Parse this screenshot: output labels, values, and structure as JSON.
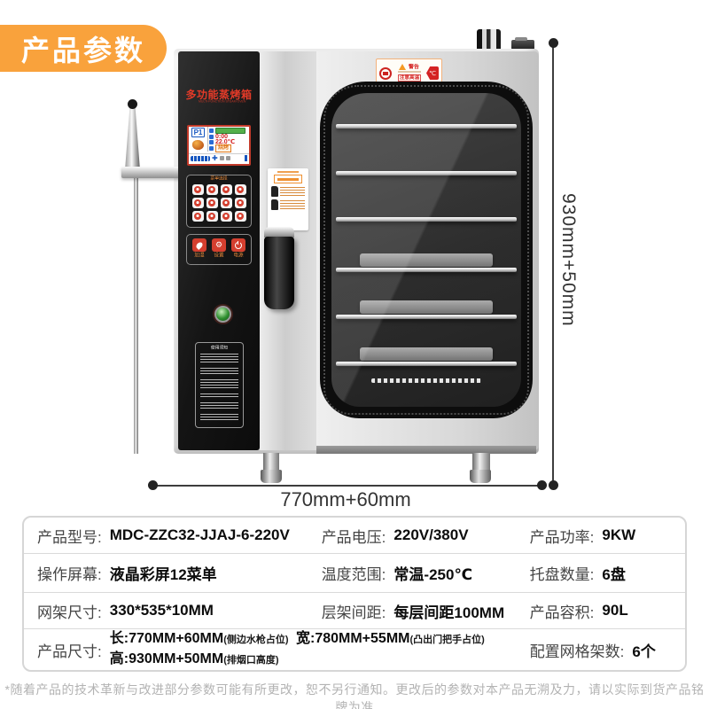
{
  "header": {
    "badge": "产品参数"
  },
  "oven": {
    "panel_title": "多功能蒸烤箱",
    "panel_subtitle": "MULTI-FUNCTION STEAM OVEN",
    "screen": {
      "program": "P1",
      "time": "0:00",
      "temp": "22.0℃",
      "mode": "烧烤"
    },
    "keypad_label": "菜单选择",
    "function_buttons": [
      "加湿",
      "设置",
      "电源"
    ],
    "notice_title": "使用须知",
    "warning_label": {
      "title": "警告",
      "caution": "注意高温",
      "temp_icon": "℃"
    }
  },
  "dimensions": {
    "height": "930mm+50mm",
    "width": "770mm+60mm"
  },
  "table": {
    "rows": [
      {
        "cells": [
          {
            "label": "产品型号:",
            "value": "MDC-ZZC32-JJAJ-6-220V"
          },
          {
            "label": "产品电压:",
            "value": "220V/380V"
          },
          {
            "label": "产品功率:",
            "value": "9KW"
          }
        ]
      },
      {
        "cells": [
          {
            "label": "操作屏幕:",
            "value": "液晶彩屏12菜单"
          },
          {
            "label": "温度范围:",
            "value": "常温-250℃"
          },
          {
            "label": "托盘数量:",
            "value": "6盘"
          }
        ]
      },
      {
        "cells": [
          {
            "label": "网架尺寸:",
            "value": "330*535*10MM"
          },
          {
            "label": "层架间距:",
            "value": "每层间距100MM"
          },
          {
            "label": "产品容积:",
            "value": "90L"
          }
        ]
      }
    ],
    "size_row": {
      "label": "产品尺寸:",
      "line1": [
        {
          "v": "长:770MM+60MM",
          "note": "(侧边水枪占位)"
        },
        {
          "v": "宽:780MM+55MM",
          "note": "(凸出门把手占位)"
        }
      ],
      "line2": [
        {
          "v": "高:930MM+50MM",
          "note": "(排烟口高度)"
        }
      ],
      "right": {
        "label": "配置网格架数:",
        "value": "6个"
      }
    }
  },
  "footer": {
    "disclaimer": "*随着产品的技术革新与改进部分参数可能有所更改，恕不另行通知。更改后的参数对本产品无溯及力，请以实际到货产品铭牌为准"
  }
}
